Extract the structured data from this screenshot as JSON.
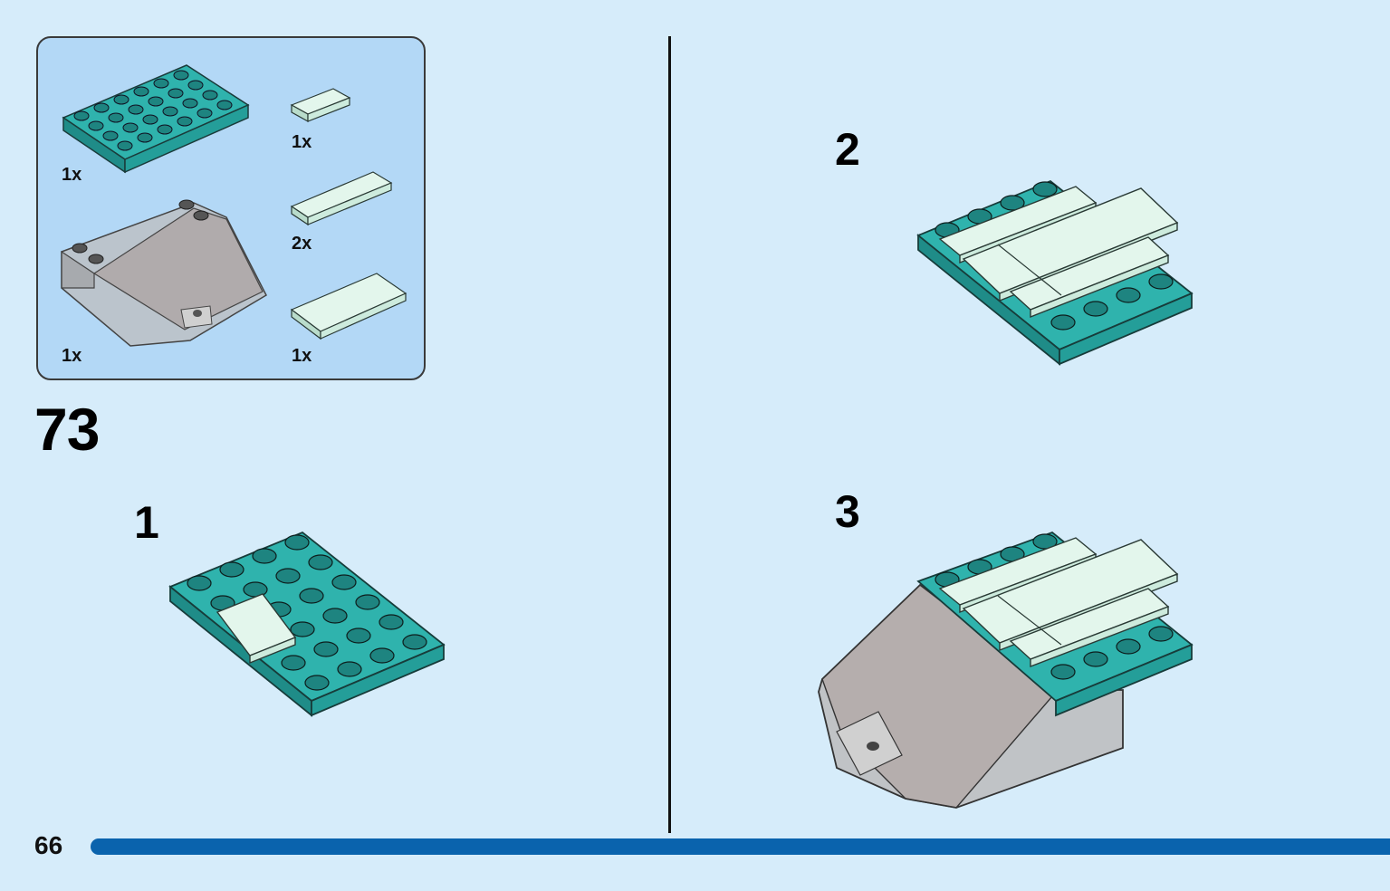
{
  "colors": {
    "teal": "#249e99",
    "tile": "#d7f0e4",
    "panel": "#b3d8f6",
    "background": "#d6ecfa",
    "bar": "#0a63ad"
  },
  "parts_list": [
    {
      "name": "teal-plate-4x6",
      "qty": "1x"
    },
    {
      "name": "tile-1x2",
      "qty": "1x"
    },
    {
      "name": "tile-1x4",
      "qty": "2x"
    },
    {
      "name": "tile-2x4",
      "qty": "1x"
    },
    {
      "name": "transparent-windscreen",
      "qty": "1x"
    }
  ],
  "step": {
    "number": "73"
  },
  "substeps": [
    {
      "label": "1"
    },
    {
      "label": "2"
    },
    {
      "label": "3"
    }
  ],
  "footer": {
    "page_number": "66"
  }
}
